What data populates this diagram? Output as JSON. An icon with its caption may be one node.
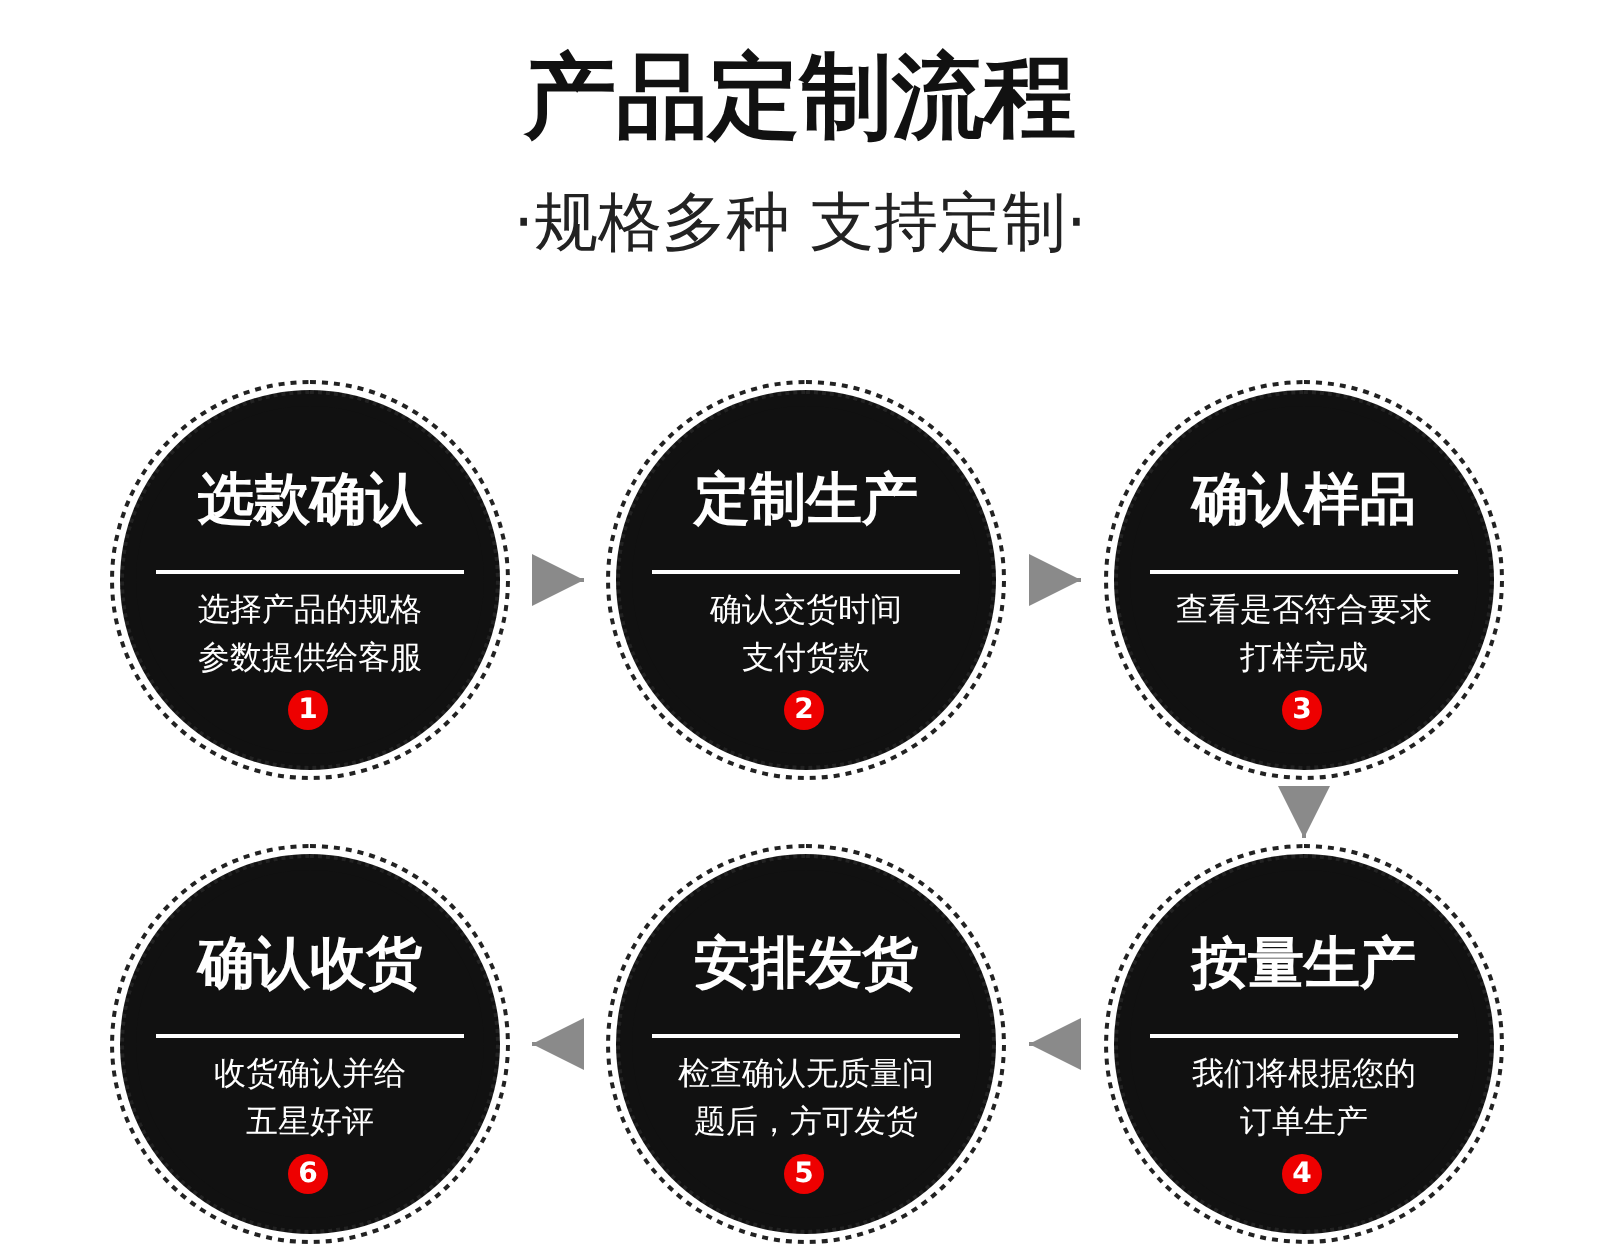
{
  "diagram": {
    "title": "产品定制流程",
    "nodes": [
      {
        "text": [
          "选款确认",
          "选择产品的规格参数提供给客服",
          "1"
        ]
      },
      {
        "text": [
          "定制生产",
          "确认交货时间支付货款",
          "2"
        ]
      },
      {
        "text": [
          "确认样品",
          "查看是否符合要求打样完成",
          "3"
        ]
      },
      {
        "text": [
          "按量生产",
          "我们将根据您的订单生产",
          "4"
        ]
      },
      {
        "text": [
          "安排发货",
          "检查确认无质量问题后，方可发货",
          "5"
        ]
      },
      {
        "text": [
          "确认收货",
          "收货确认并给五星好评",
          "6"
        ]
      }
    ],
    "edges": [
      {
        "from": 0,
        "to": 1,
        "arrow": "to"
      },
      {
        "from": 1,
        "to": 2,
        "arrow": "to"
      },
      {
        "from": 2,
        "to": 3,
        "arrow": "to"
      },
      {
        "from": 3,
        "to": 4,
        "arrow": "to"
      },
      {
        "from": 4,
        "to": 5,
        "arrow": "to"
      }
    ],
    "labels": [
      "·规格多种 支持定制·"
    ]
  }
}
